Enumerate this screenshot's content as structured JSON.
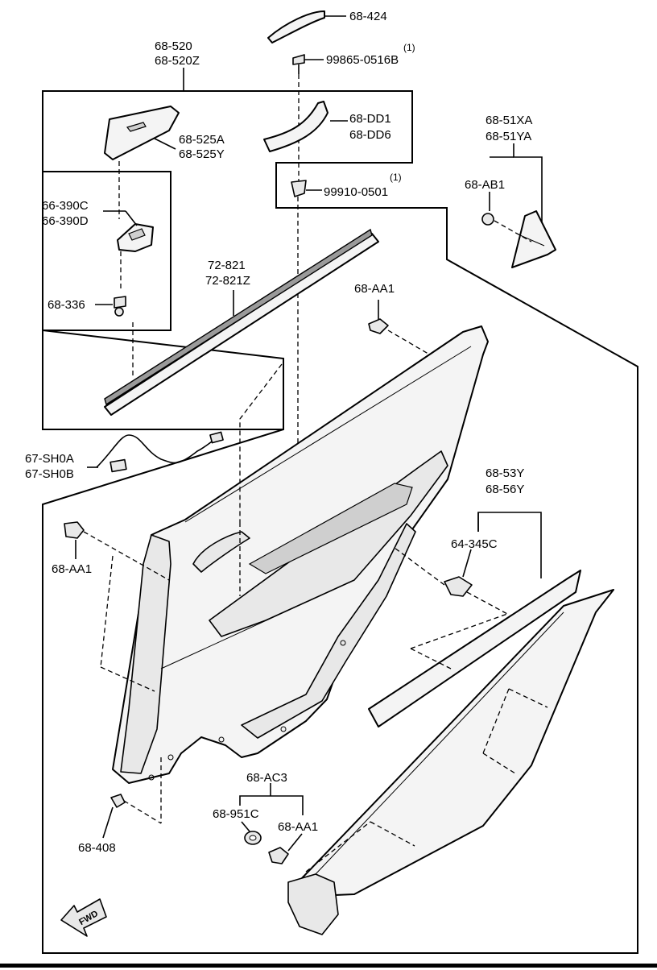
{
  "labels": {
    "p68_424": "68-424",
    "p68_520": "68-520",
    "p68_520z": "68-520Z",
    "qty1_a": "(1)",
    "p99865": "99865-0516B",
    "p68_dd1": "68-DD1",
    "p68_dd6": "68-DD6",
    "p68_525a": "68-525A",
    "p68_525y": "68-525Y",
    "p68_51xa": "68-51XA",
    "p68_51ya": "68-51YA",
    "qty1_b": "(1)",
    "p99910": "99910-0501",
    "p68_ab1": "68-AB1",
    "p66_390c": "66-390C",
    "p66_390d": "66-390D",
    "p72_821": "72-821",
    "p72_821z": "72-821Z",
    "p68_aa1_top": "68-AA1",
    "p68_336": "68-336",
    "p67_sh0a": "67-SH0A",
    "p67_sh0b": "67-SH0B",
    "p68_53y": "68-53Y",
    "p68_56y": "68-56Y",
    "p64_345c": "64-345C",
    "p68_aa1_left": "68-AA1",
    "p68_ac3": "68-AC3",
    "p68_951c": "68-951C",
    "p68_aa1_bottom": "68-AA1",
    "p68_408": "68-408",
    "fwd": "FWD"
  },
  "icons": {
    "fwd_arrow": "fwd-arrow-icon"
  }
}
